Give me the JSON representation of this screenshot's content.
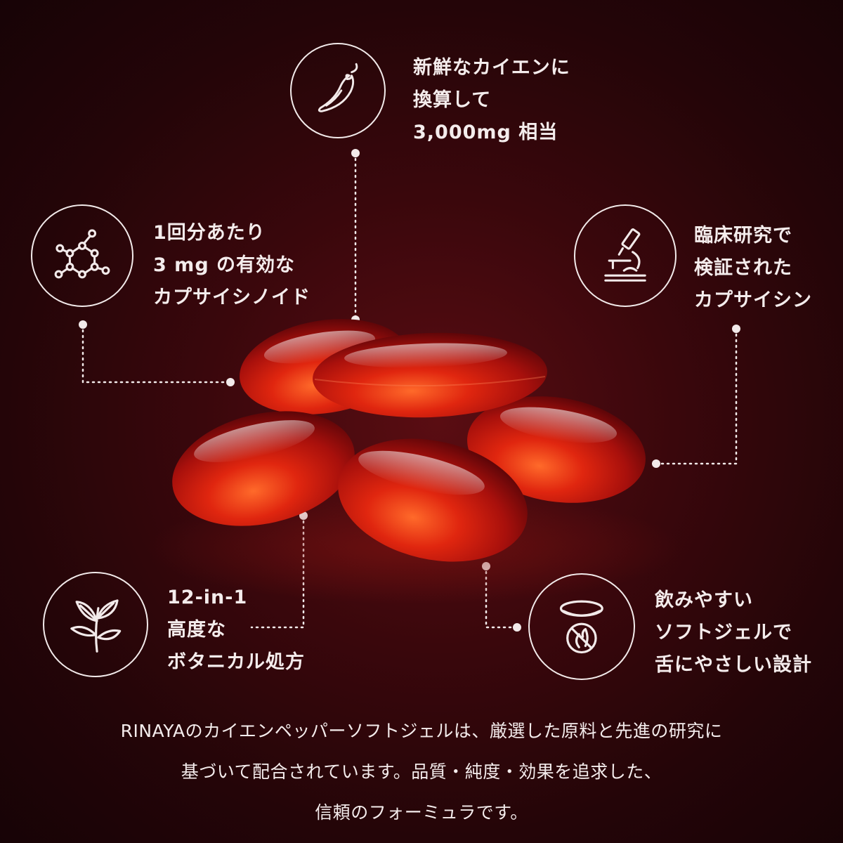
{
  "background": {
    "base": "#240508",
    "glow": "#5a0d12"
  },
  "accent": "#f2eaea",
  "capsule_color": "#c81a12",
  "features": {
    "cayenne": {
      "icon": "chili-pepper-icon",
      "lines": [
        "新鮮なカイエンに",
        "換算して",
        "3,000mg 相当"
      ]
    },
    "capsaicinoid": {
      "icon": "molecule-icon",
      "lines": [
        "1回分あたり",
        "3 mg の有効な",
        "カプサイシノイド"
      ]
    },
    "clinical": {
      "icon": "microscope-icon",
      "lines": [
        "臨床研究で",
        "検証された",
        "カプサイシン"
      ]
    },
    "botanical": {
      "icon": "leaves-icon",
      "lines": [
        "12-in-1",
        "高度な",
        "ボタニカル処方"
      ]
    },
    "softgel": {
      "icon": "softgel-no-burn-icon",
      "lines": [
        "飲みやすい",
        "ソフトジェルで",
        "舌にやさしい設計"
      ]
    }
  },
  "footer": {
    "lines": [
      "RINAYAのカイエンペッパーソフトジェルは、厳選した原料と先進の研究に",
      "基づいて配合されています。品質・純度・効果を追求した、",
      "信頼のフォーミュラです。"
    ]
  }
}
